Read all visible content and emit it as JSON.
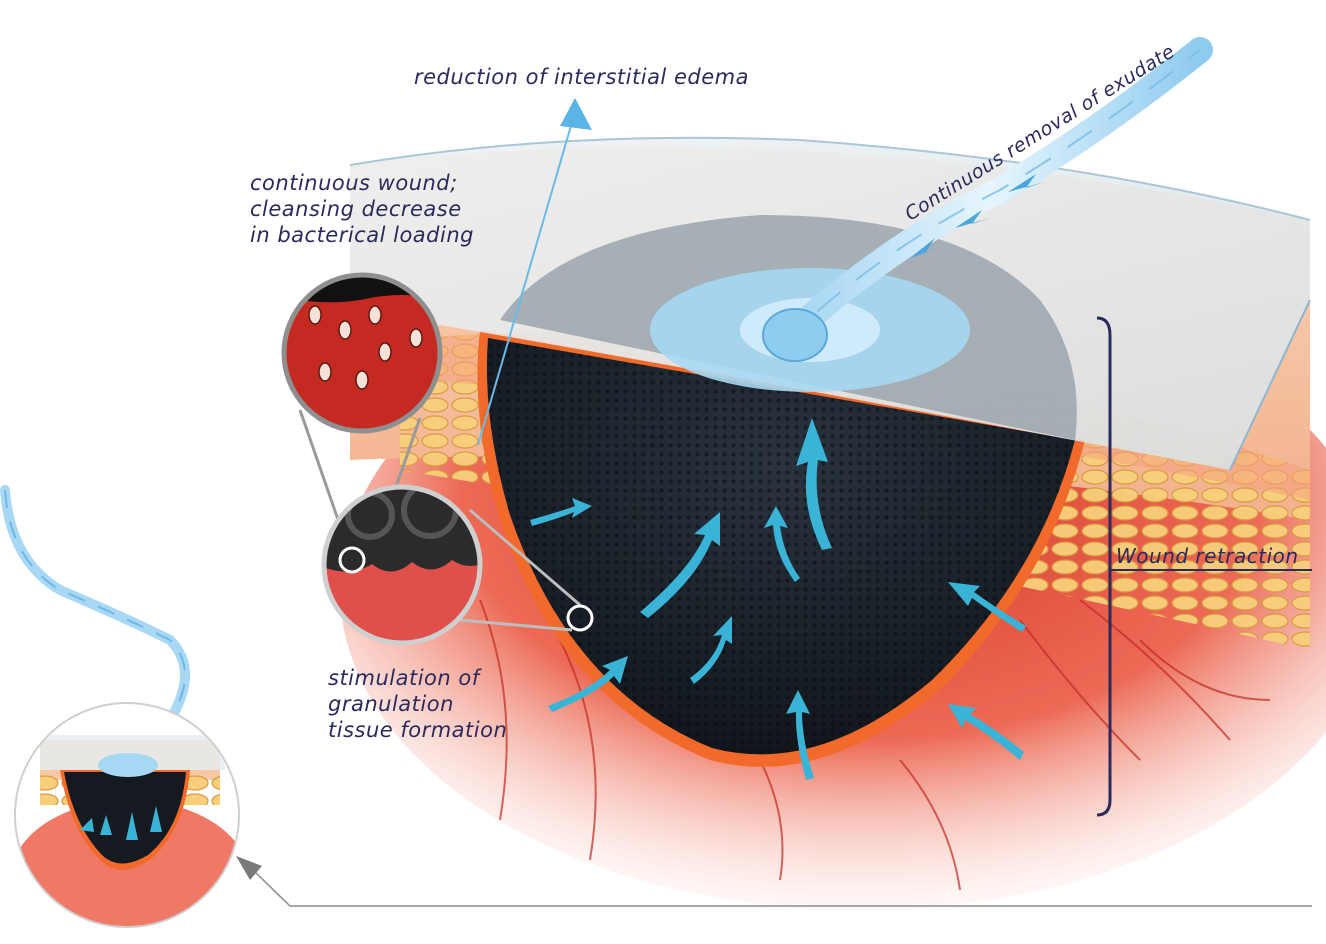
{
  "labels": {
    "edema": "reduction of interstitial edema",
    "exudate": "Continuous removal of exudate",
    "cleansing": [
      "continuous wound;",
      "cleansing decrease",
      "in bacterical loading"
    ],
    "granulation": [
      "stimulation of",
      "granulation",
      "tissue formation"
    ],
    "retraction": "Wound retraction"
  },
  "colors": {
    "text": "#2b2a5c",
    "flow_arrow": "#39b3d6",
    "foam": "#151b22",
    "tissue": "#e8533f",
    "fat": "#f3c56e",
    "skin": "#f6c8a4",
    "drape": "#e6ecef",
    "tube": "#bfe3f7",
    "bracket": "#2b2a5c"
  },
  "icons": [
    "flow-arrow-icon",
    "bacteria-icon",
    "pointer-arrow-icon"
  ]
}
